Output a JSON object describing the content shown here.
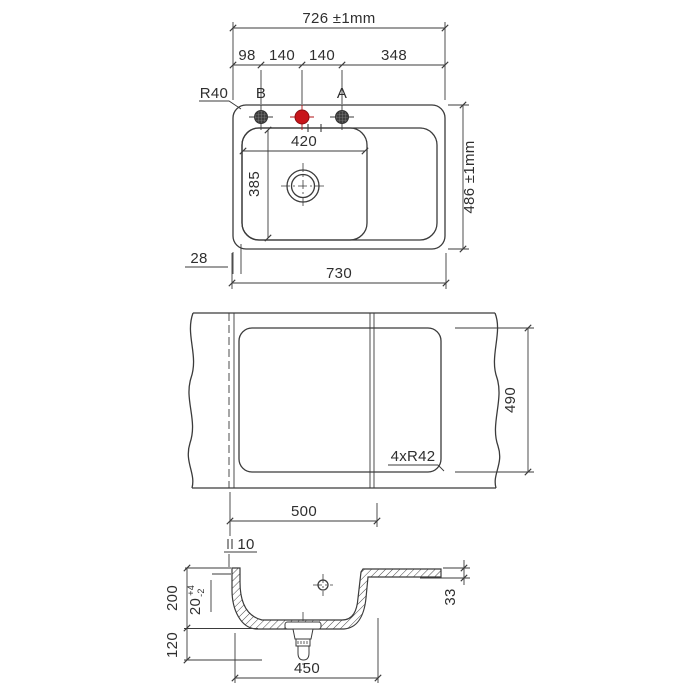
{
  "drawing": {
    "line_color": "#3b3b3b",
    "accent_red": "#c8141a",
    "top_view": {
      "overall_width": "726 ±1mm",
      "hole_spacing": [
        "98",
        "140",
        "140",
        "348"
      ],
      "corner_radius_label": "R40",
      "hole_b": "B",
      "hole_a": "A",
      "bowl_width": "420",
      "bowl_depth": "385",
      "overall_depth": "486 ±1mm",
      "edge_offset": "28",
      "base_width": "730"
    },
    "cutout_view": {
      "cutout_depth": "490",
      "cutout_radius_label": "4xR42",
      "cutout_width": "500",
      "edge_distance": "10"
    },
    "section_view": {
      "total_depth": "200",
      "rim_height": "20",
      "rim_tol_plus": "+4",
      "rim_tol_minus": "-2",
      "drain_clearance": "120",
      "bowl_bottom_width": "450",
      "ledge_drop": "33"
    }
  }
}
